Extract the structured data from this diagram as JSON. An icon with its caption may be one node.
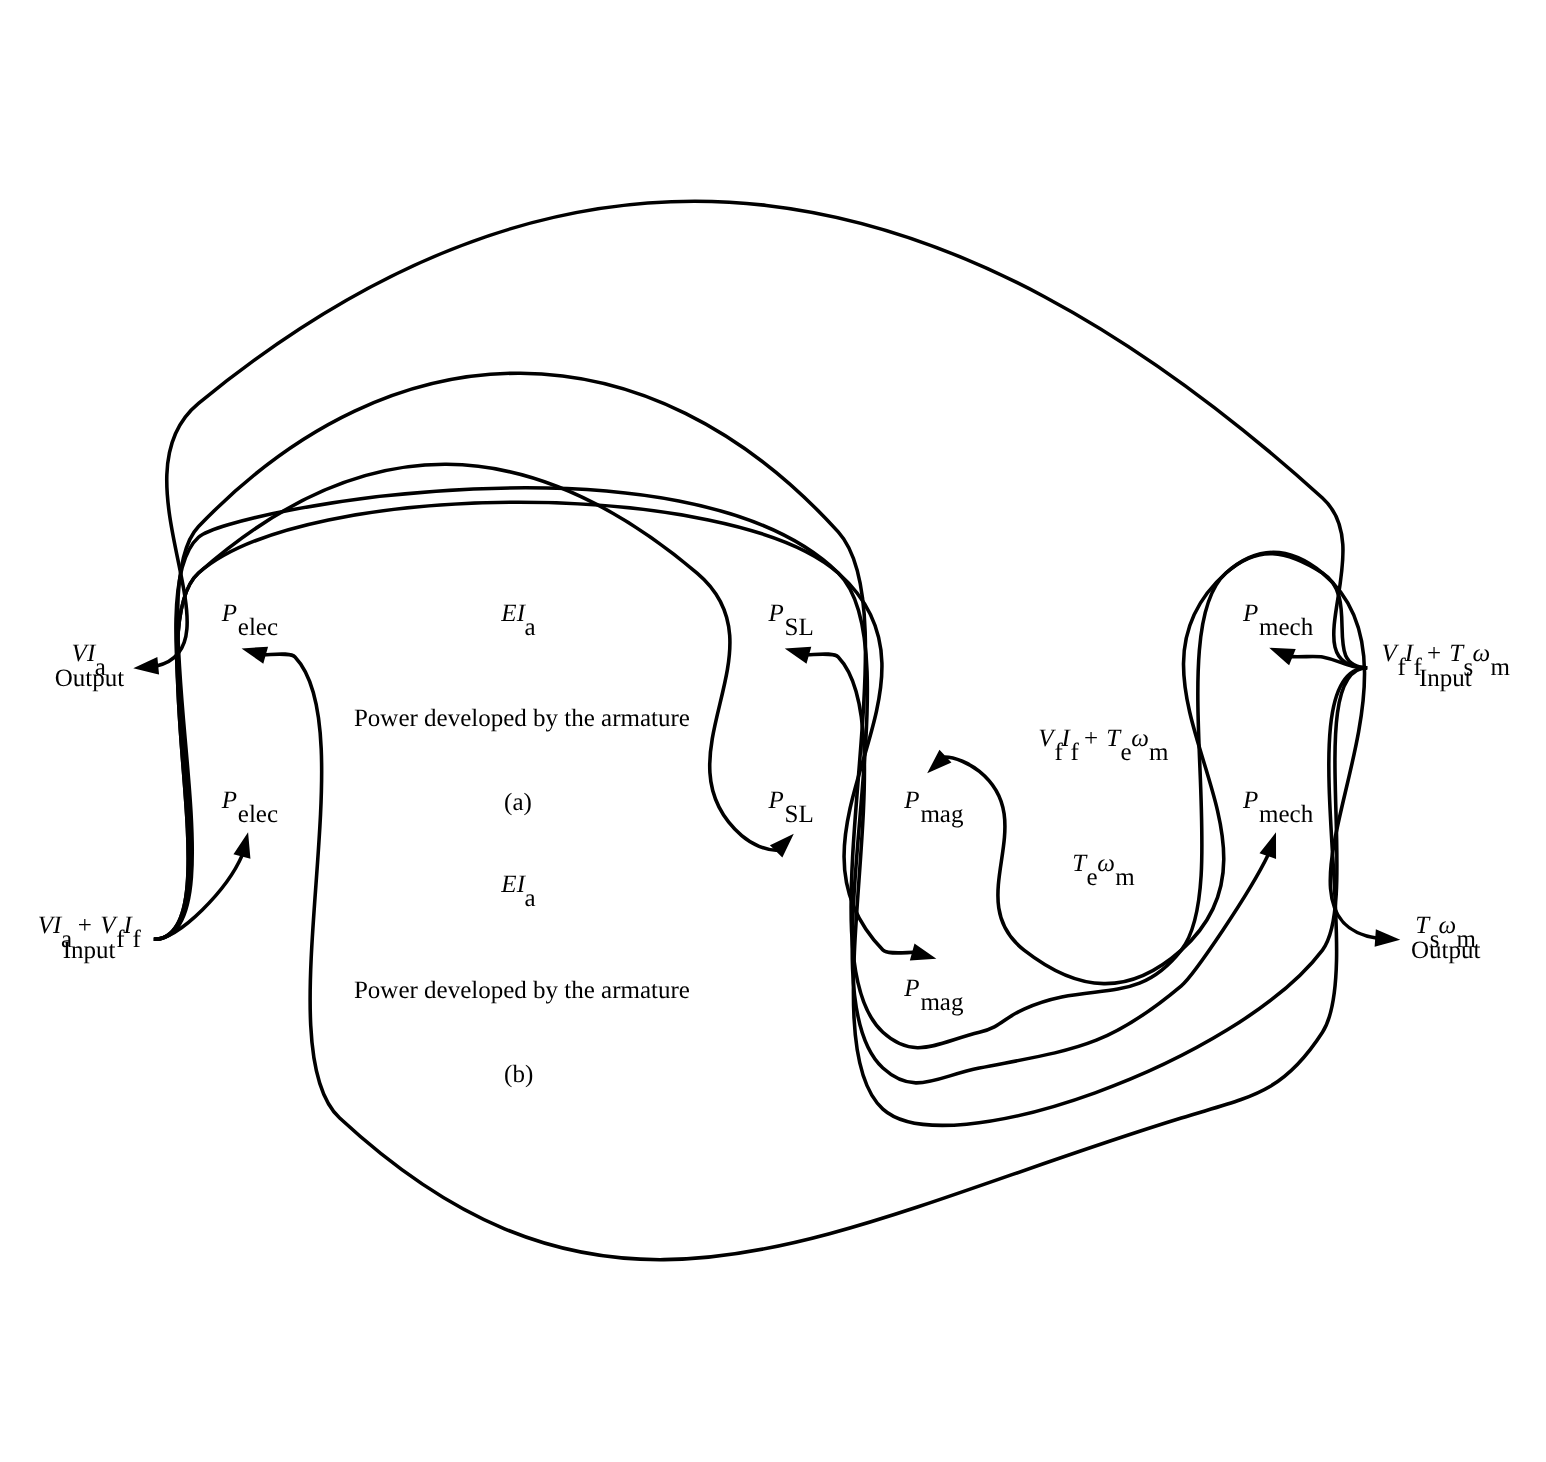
{
  "diagram": {
    "nodes": [
      {
        "text": [
          "*V*$_{f}$*I*$_{f}$ + *T*$_{s}$*ω*$_{m}$",
          "Input"
        ]
      },
      {
        "text": [
          "*VI*$_{a}$",
          "Output"
        ]
      },
      {
        "text": [
          "*P*$_{elec}$"
        ]
      },
      {
        "text": [
          "*P*$_{SL}$"
        ]
      },
      {
        "text": [
          "*P*$_{mech}$"
        ]
      },
      {
        "text": [
          "*P*$_{mag}$"
        ]
      },
      {
        "text": [
          "*VI*$_{a}$ + *V*$_{f}$*I*$_{f}$",
          "Input"
        ]
      },
      {
        "text": [
          "*T*$_{s}$*ω*$_{m}$",
          "Output"
        ]
      },
      {
        "text": [
          "*P*$_{elec}$"
        ]
      },
      {
        "text": [
          "*P*$_{SL}$"
        ]
      },
      {
        "text": [
          "*P*$_{mech}$"
        ]
      },
      {
        "text": [
          "*P*$_{mag}$"
        ]
      }
    ],
    "edges": [
      {
        "from": 0,
        "to": 4,
        "arrow": "to"
      },
      {
        "from": 0,
        "to": 5,
        "arrow": "to"
      },
      {
        "from": 0,
        "to": 3,
        "arrow": "to"
      },
      {
        "from": 0,
        "to": 2,
        "arrow": "to"
      },
      {
        "from": 0,
        "to": 1,
        "arrow": "to"
      },
      {
        "from": 6,
        "to": 8,
        "arrow": "to"
      },
      {
        "from": 6,
        "to": 9,
        "arrow": "to"
      },
      {
        "from": 6,
        "to": 11,
        "arrow": "to"
      },
      {
        "from": 6,
        "to": 10,
        "arrow": "to"
      },
      {
        "from": 6,
        "to": 7,
        "arrow": "to"
      }
    ],
    "labels": [
      "*V*$_{f}$*I*$_{f}$ + *T*$_{e}$*ω*$_{m}$",
      "*EI*$_{a}$",
      "Power developed by the armature",
      "(a)",
      "*EI*$_{a}$",
      "Power developed by the armature",
      "*T*$_{e}$*ω*$_{m}$",
      "(b)"
    ]
  }
}
